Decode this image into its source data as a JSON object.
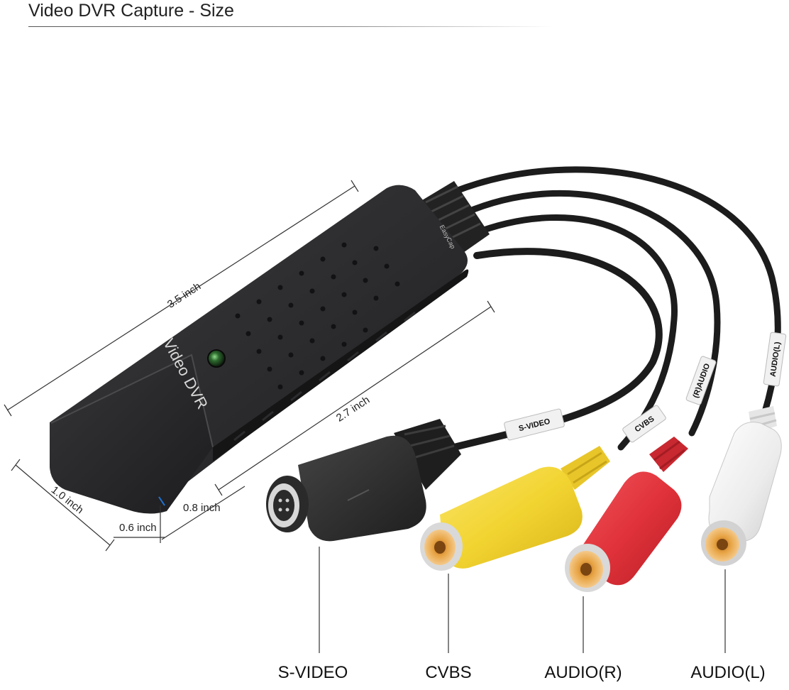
{
  "title": "Video DVR Capture - Size",
  "device": {
    "brand_text": "Video DVR",
    "side_text": "EasyCap"
  },
  "dimensions": {
    "length_total": "3.5 inch",
    "length_body": "2.7 inch",
    "width": "1.0 inch",
    "height_body": "0.8 inch",
    "height_tip": "0.6 inch"
  },
  "cable_tags": {
    "svideo": "S-VIDEO",
    "cvbs": "CVBS",
    "audio_r": "(R)AUDIO",
    "audio_l": "AUDIO(L)"
  },
  "connectors": {
    "svideo": "S-VIDEO",
    "cvbs": "CVBS",
    "audio_r": "AUDIO(R)",
    "audio_l": "AUDIO(L)"
  },
  "colors": {
    "device_body": "#2b2b2d",
    "cvbs_plug": "#f2d431",
    "audio_r_plug": "#e0323a",
    "audio_l_plug": "#f3f3f3",
    "svideo_plug": "#2e2e2e",
    "rca_center": "#e8a546"
  }
}
